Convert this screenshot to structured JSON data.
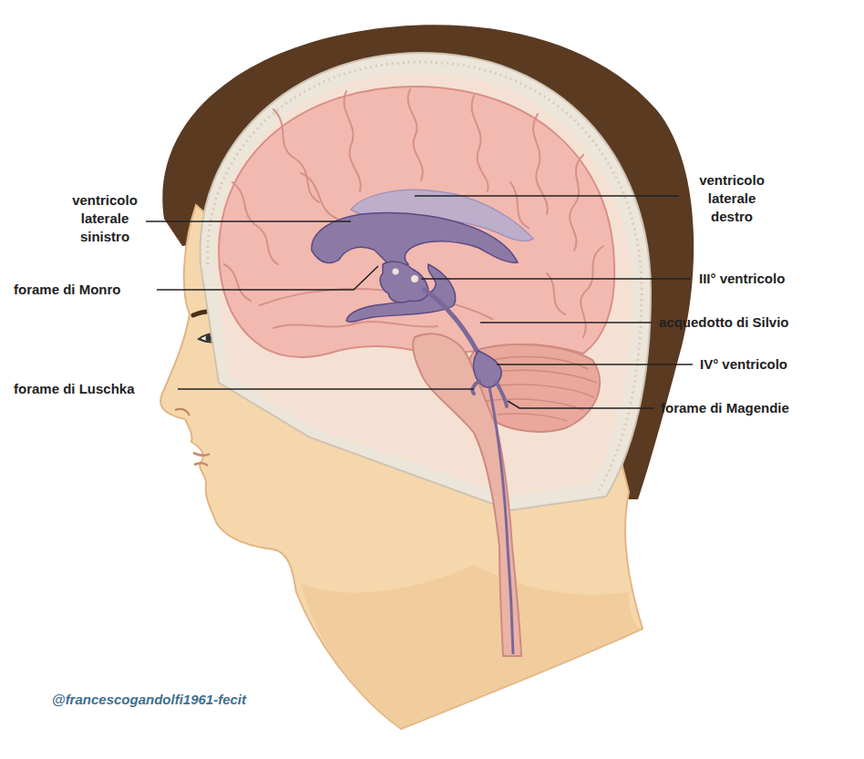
{
  "diagram": {
    "labels": [
      "ventricolo laterale sinistro",
      "ventricolo laterale destro",
      "forame di Monro",
      "III° ventricolo",
      "acquedotto di Silvio",
      "IV° ventricolo",
      "forame di Luschka",
      "forame di Magendie",
      "@francescogandolfi1961-fecit"
    ]
  }
}
